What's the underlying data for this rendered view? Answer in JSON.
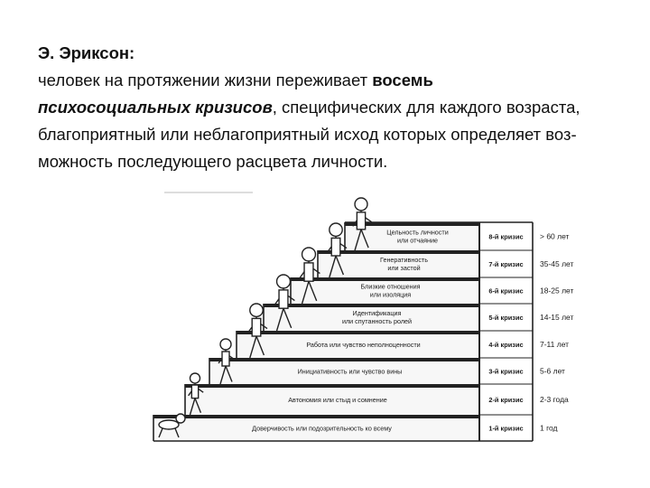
{
  "intro": {
    "author": "Э. Эриксон:",
    "text_1": "человек на протяжении жизни переживает ",
    "highlight_bold": "восемь",
    "highlight_italic": "психосоциальных кризисов",
    "text_2": ", специфических для каждого возраста, благоприятный или неблагоприятный исход которых определяет воз-можность последующего расцвета личности."
  },
  "stages": [
    {
      "label_1": "Доверчивость или подозрительность ко всему",
      "label_2": "",
      "crisis": "1-й кризис",
      "age": "1 год"
    },
    {
      "label_1": "Автономия или стыд и сомнение",
      "label_2": "",
      "crisis": "2-й кризис",
      "age": "2-3 года"
    },
    {
      "label_1": "Инициативность или чувство вины",
      "label_2": "",
      "crisis": "3-й кризис",
      "age": "5-6 лет"
    },
    {
      "label_1": "Работа или чувство неполноценности",
      "label_2": "",
      "crisis": "4-й кризис",
      "age": "7-11 лет"
    },
    {
      "label_1": "Идентификация",
      "label_2": "или спутанность ролей",
      "crisis": "5-й кризис",
      "age": "14-15 лет"
    },
    {
      "label_1": "Близкие отношения",
      "label_2": "или изоляция",
      "crisis": "6-й кризис",
      "age": "18-25 лет"
    },
    {
      "label_1": "Генеративность",
      "label_2": "или застой",
      "crisis": "7-й кризис",
      "age": "35-45 лет"
    },
    {
      "label_1": "Цельность личности",
      "label_2": "или отчаяние",
      "crisis": "8-й кризис",
      "age": "> 60 лет"
    }
  ]
}
